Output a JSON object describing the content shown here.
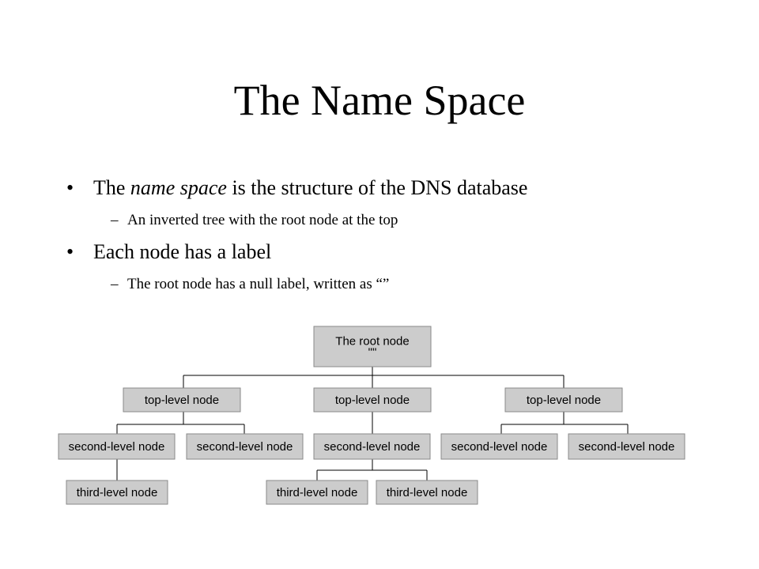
{
  "slide": {
    "title": "The Name Space",
    "bullet1": {
      "prefix": "The ",
      "emph": "name space",
      "suffix": " is the structure of the DNS database"
    },
    "sub1": "An inverted tree with the root node at the top",
    "bullet2": "Each node has a label",
    "sub2": "The root node has a null label, written as “”",
    "bullet_glyph": "•",
    "sub_glyph": "–"
  },
  "tree": {
    "colors": {
      "fill": "#cccccc",
      "stroke": "#8a8a8a",
      "line": "#000000"
    },
    "root": {
      "line1": "The root node",
      "line2": "\"\""
    },
    "top_level": [
      "top-level node",
      "top-level node",
      "top-level node"
    ],
    "second_level": [
      "second-level node",
      "second-level node",
      "second-level node",
      "second-level node",
      "second-level node"
    ],
    "third_level": [
      "third-level node",
      "third-level node",
      "third-level node"
    ]
  }
}
